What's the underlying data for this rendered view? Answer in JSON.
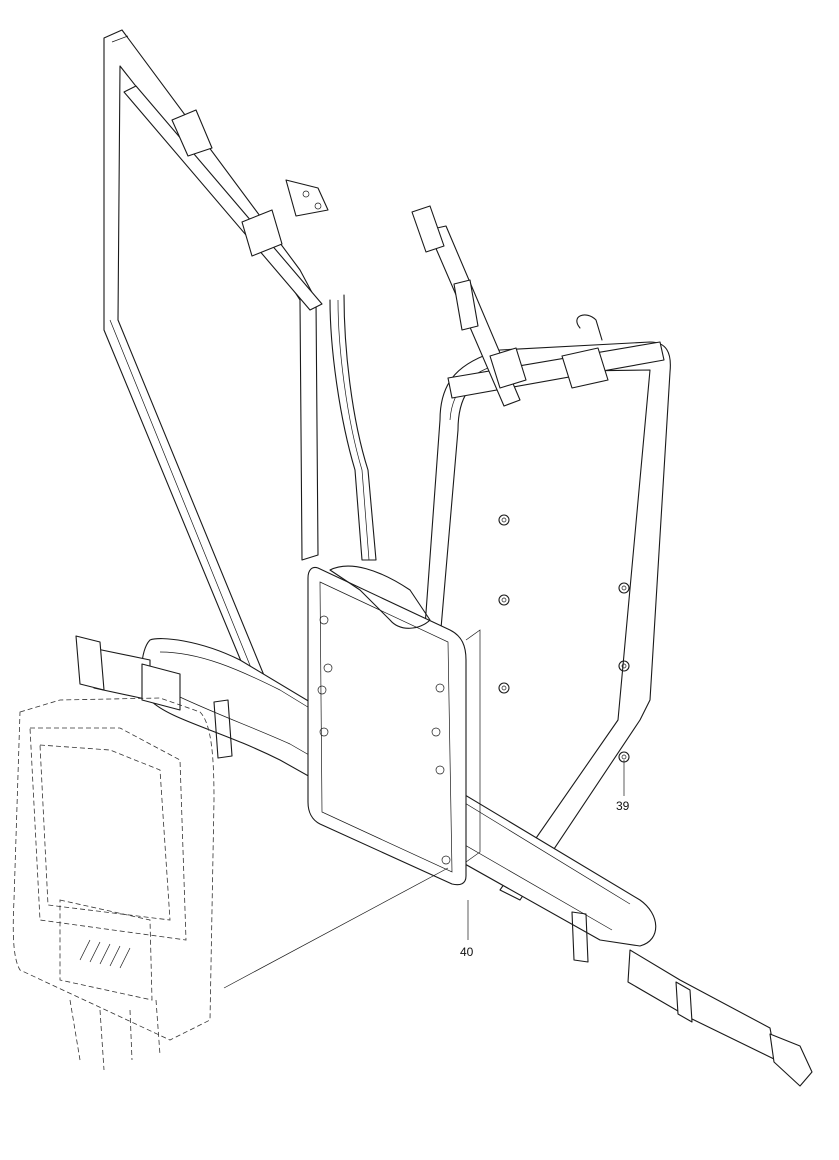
{
  "callouts": [
    {
      "id": "39",
      "text": "39"
    },
    {
      "id": "40",
      "text": "40"
    }
  ],
  "colors": {
    "line": "#1a1a1a",
    "background": "#ffffff"
  }
}
